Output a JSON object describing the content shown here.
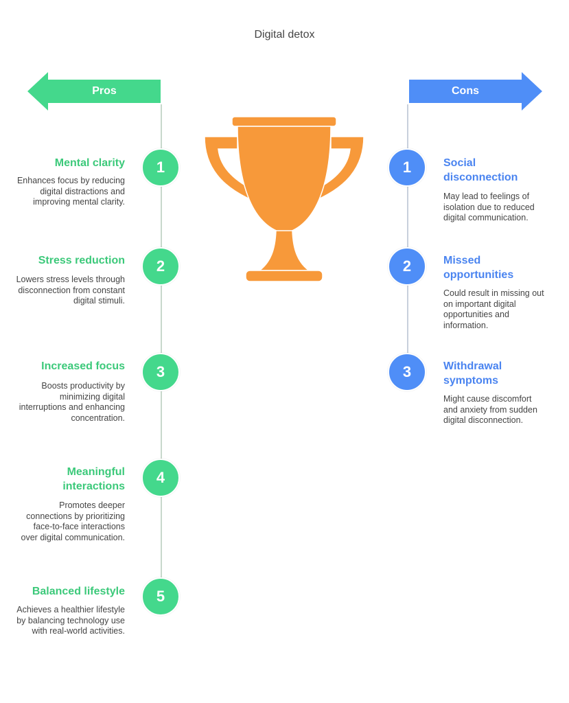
{
  "title": "Digital detox",
  "colors": {
    "pros": "#44d88c",
    "pros_text": "#3cc97a",
    "cons": "#4f8ef7",
    "cons_text": "#4a84f0",
    "trophy": "#f7993a",
    "line": "#c8d2cc"
  },
  "pros": {
    "label": "Pros",
    "items": [
      {
        "number": "1",
        "heading": "Mental clarity",
        "desc": "Enhances focus by reducing digital distractions and improving mental clarity."
      },
      {
        "number": "2",
        "heading": "Stress reduction",
        "desc": "Lowers stress levels through disconnection from constant digital stimuli."
      },
      {
        "number": "3",
        "heading": "Increased focus",
        "desc": "Boosts productivity by minimizing digital interruptions and enhancing concentration."
      },
      {
        "number": "4",
        "heading": "Meaningful interactions",
        "desc": "Promotes deeper connections by prioritizing face-to-face interactions over digital communication."
      },
      {
        "number": "5",
        "heading": "Balanced lifestyle",
        "desc": "Achieves a healthier lifestyle by balancing technology use with real-world activities."
      }
    ]
  },
  "cons": {
    "label": "Cons",
    "items": [
      {
        "number": "1",
        "heading": "Social disconnection",
        "desc": "May lead to feelings of isolation due to reduced digital communication."
      },
      {
        "number": "2",
        "heading": "Missed opportunities",
        "desc": "Could result in missing out on important digital opportunities and information."
      },
      {
        "number": "3",
        "heading": "Withdrawal symptoms",
        "desc": "Might cause discomfort and anxiety from sudden digital disconnection."
      }
    ]
  }
}
